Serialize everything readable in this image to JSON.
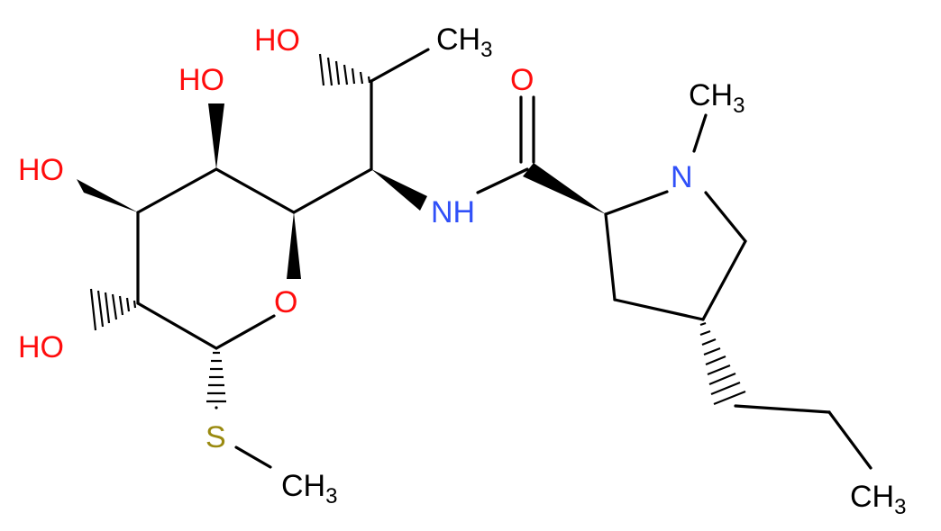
{
  "molecule": {
    "atom_labels": {
      "ho_top": "HO",
      "ch3_top": "CH3",
      "ho_ring_top": "HO",
      "ho_ring_left": "HO",
      "ho_ring_bottom": "HO",
      "o_ring": "O",
      "s_atom": "S",
      "ch3_s": "CH3",
      "nh": "NH",
      "o_carbonyl": "O",
      "n_pyrrolidine": "N",
      "ch3_n": "CH3",
      "ch3_propyl": "CH3"
    },
    "element_colors": {
      "carbon": "#000000",
      "oxygen": "#ff0d0d",
      "nitrogen": "#3050f8",
      "sulfur": "#9a8a10"
    }
  }
}
